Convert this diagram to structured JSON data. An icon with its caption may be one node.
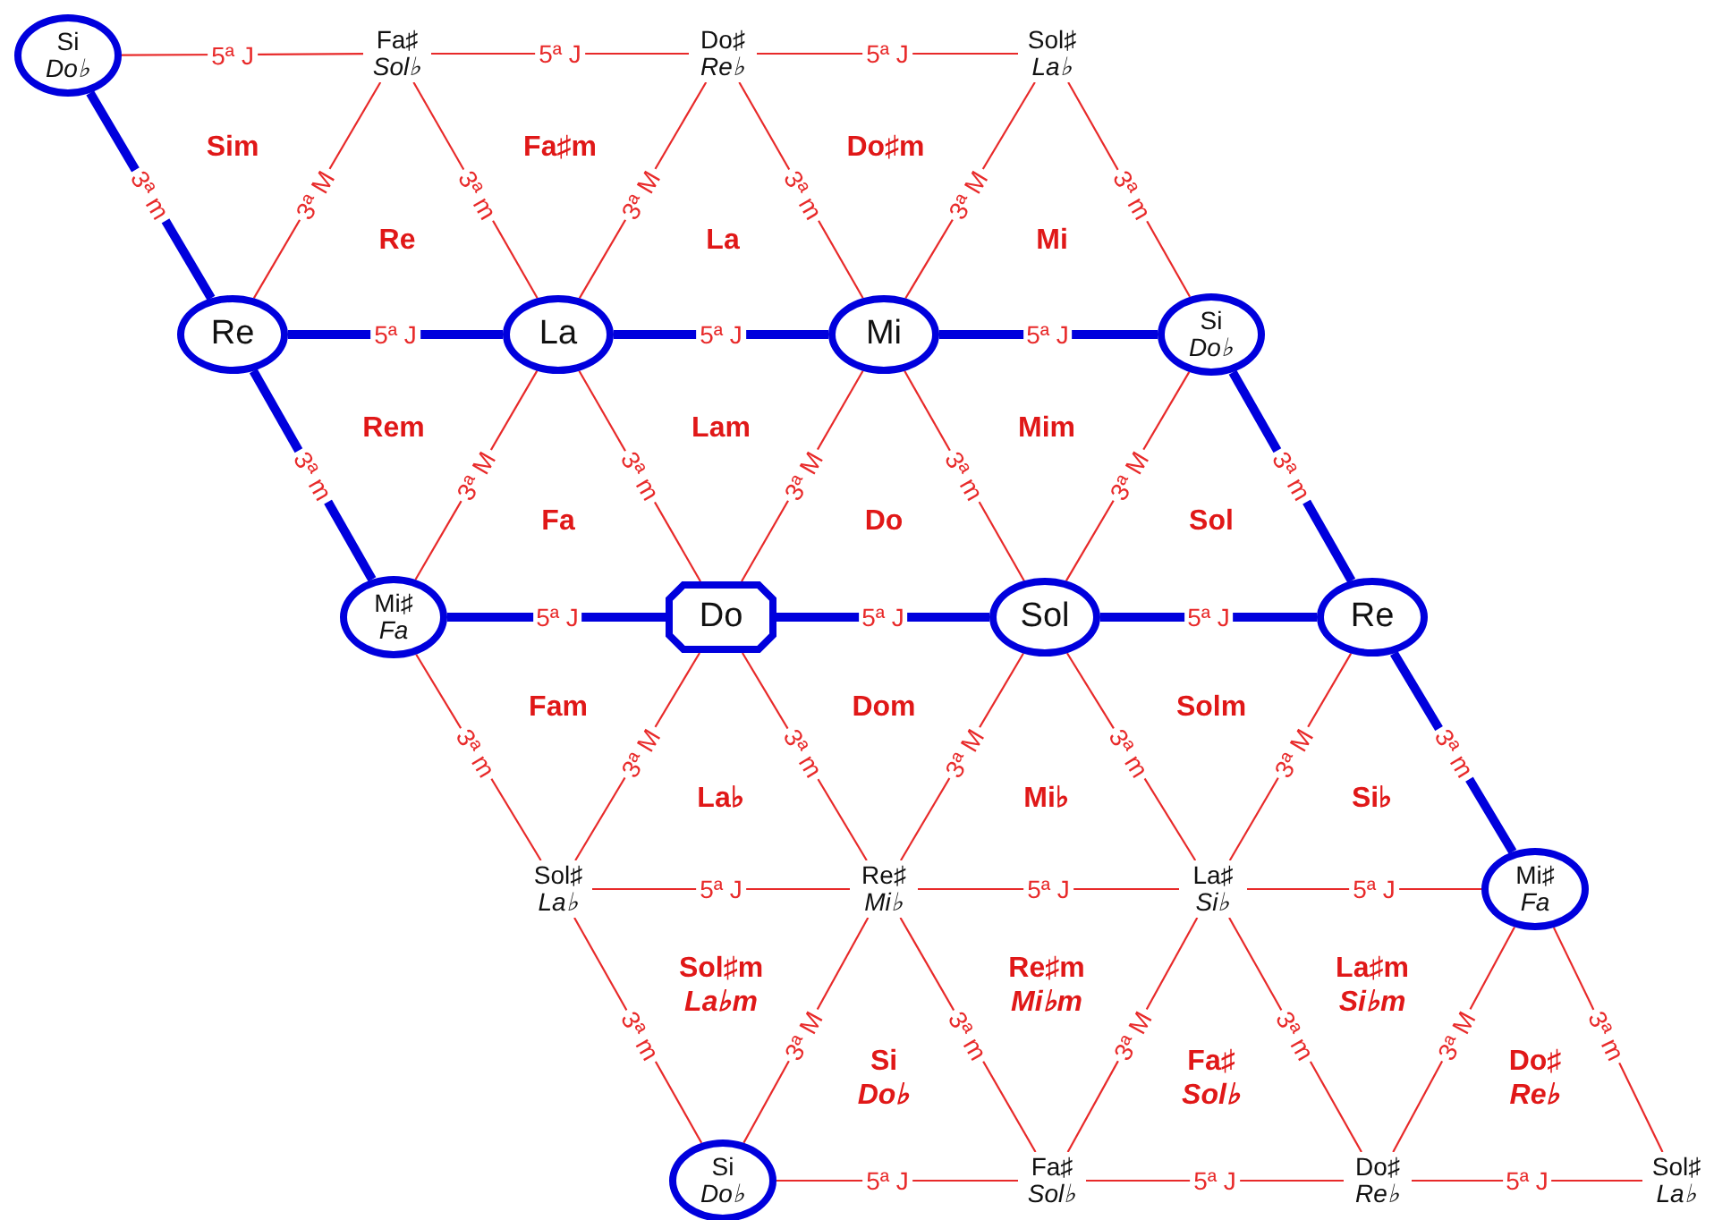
{
  "diagram": {
    "nodes": [
      {
        "text": [
          "Si",
          "Do♭"
        ]
      },
      {
        "text": [
          "Fa♯",
          "Sol♭"
        ]
      },
      {
        "text": [
          "Do♯",
          "Re♭"
        ]
      },
      {
        "text": [
          "Sol♯",
          "La♭"
        ]
      },
      {
        "text": [
          "Re"
        ]
      },
      {
        "text": [
          "La"
        ]
      },
      {
        "text": [
          "Mi"
        ]
      },
      {
        "text": [
          "Si",
          "Do♭"
        ]
      },
      {
        "text": [
          "Mi♯",
          "Fa"
        ]
      },
      {
        "text": [
          "Do"
        ]
      },
      {
        "text": [
          "Sol"
        ]
      },
      {
        "text": [
          "Re"
        ]
      },
      {
        "text": [
          "Sol♯",
          "La♭"
        ]
      },
      {
        "text": [
          "Re♯",
          "Mi♭"
        ]
      },
      {
        "text": [
          "La♯",
          "Si♭"
        ]
      },
      {
        "text": [
          "Mi♯",
          "Fa"
        ]
      },
      {
        "text": [
          "Si",
          "Do♭"
        ]
      },
      {
        "text": [
          "Fa♯",
          "Sol♭"
        ]
      },
      {
        "text": [
          "Do♯",
          "Re♭"
        ]
      },
      {
        "text": [
          "Sol♯",
          "La♭"
        ]
      }
    ],
    "edges": [
      {
        "from": 0,
        "to": 1,
        "arrow": "none",
        "label": "5ª J"
      },
      {
        "from": 1,
        "to": 2,
        "arrow": "none",
        "label": "5ª J"
      },
      {
        "from": 2,
        "to": 3,
        "arrow": "none",
        "label": "5ª J"
      },
      {
        "from": 0,
        "to": 4,
        "arrow": "none",
        "label": "3ª m",
        "style": "thick",
        "color": "#0000dd"
      },
      {
        "from": 1,
        "to": 4,
        "arrow": "none",
        "label": "3ª M"
      },
      {
        "from": 1,
        "to": 5,
        "arrow": "none",
        "label": "3ª m"
      },
      {
        "from": 2,
        "to": 5,
        "arrow": "none",
        "label": "3ª M"
      },
      {
        "from": 2,
        "to": 6,
        "arrow": "none",
        "label": "3ª m"
      },
      {
        "from": 3,
        "to": 6,
        "arrow": "none",
        "label": "3ª M"
      },
      {
        "from": 3,
        "to": 7,
        "arrow": "none",
        "label": "3ª m"
      },
      {
        "from": 4,
        "to": 5,
        "arrow": "none",
        "label": "5ª J",
        "style": "thick",
        "color": "#0000dd"
      },
      {
        "from": 5,
        "to": 6,
        "arrow": "none",
        "label": "5ª J",
        "style": "thick",
        "color": "#0000dd"
      },
      {
        "from": 6,
        "to": 7,
        "arrow": "none",
        "label": "5ª J",
        "style": "thick",
        "color": "#0000dd"
      },
      {
        "from": 4,
        "to": 8,
        "arrow": "none",
        "label": "3ª m",
        "style": "thick",
        "color": "#0000dd"
      },
      {
        "from": 5,
        "to": 8,
        "arrow": "none",
        "label": "3ª M"
      },
      {
        "from": 5,
        "to": 9,
        "arrow": "none",
        "label": "3ª m"
      },
      {
        "from": 6,
        "to": 9,
        "arrow": "none",
        "label": "3ª M"
      },
      {
        "from": 6,
        "to": 10,
        "arrow": "none",
        "label": "3ª m"
      },
      {
        "from": 7,
        "to": 10,
        "arrow": "none",
        "label": "3ª M"
      },
      {
        "from": 7,
        "to": 11,
        "arrow": "none",
        "label": "3ª m",
        "style": "thick",
        "color": "#0000dd"
      },
      {
        "from": 8,
        "to": 9,
        "arrow": "none",
        "label": "5ª J",
        "style": "thick",
        "color": "#0000dd"
      },
      {
        "from": 9,
        "to": 10,
        "arrow": "none",
        "label": "5ª J",
        "style": "thick",
        "color": "#0000dd"
      },
      {
        "from": 10,
        "to": 11,
        "arrow": "none",
        "label": "5ª J",
        "style": "thick",
        "color": "#0000dd"
      },
      {
        "from": 8,
        "to": 12,
        "arrow": "none",
        "label": "3ª m"
      },
      {
        "from": 9,
        "to": 12,
        "arrow": "none",
        "label": "3ª M"
      },
      {
        "from": 9,
        "to": 13,
        "arrow": "none",
        "label": "3ª m"
      },
      {
        "from": 10,
        "to": 13,
        "arrow": "none",
        "label": "3ª M"
      },
      {
        "from": 10,
        "to": 14,
        "arrow": "none",
        "label": "3ª m"
      },
      {
        "from": 11,
        "to": 14,
        "arrow": "none",
        "label": "3ª M"
      },
      {
        "from": 11,
        "to": 15,
        "arrow": "none",
        "label": "3ª m",
        "style": "thick",
        "color": "#0000dd"
      },
      {
        "from": 12,
        "to": 13,
        "arrow": "none",
        "label": "5ª J"
      },
      {
        "from": 13,
        "to": 14,
        "arrow": "none",
        "label": "5ª J"
      },
      {
        "from": 14,
        "to": 15,
        "arrow": "none",
        "label": "5ª J"
      },
      {
        "from": 12,
        "to": 16,
        "arrow": "none",
        "label": "3ª m"
      },
      {
        "from": 13,
        "to": 16,
        "arrow": "none",
        "label": "3ª M"
      },
      {
        "from": 13,
        "to": 17,
        "arrow": "none",
        "label": "3ª m"
      },
      {
        "from": 14,
        "to": 17,
        "arrow": "none",
        "label": "3ª M"
      },
      {
        "from": 14,
        "to": 18,
        "arrow": "none",
        "label": "3ª m"
      },
      {
        "from": 15,
        "to": 18,
        "arrow": "none",
        "label": "3ª M"
      },
      {
        "from": 15,
        "to": 19,
        "arrow": "none",
        "label": "3ª m"
      },
      {
        "from": 16,
        "to": 17,
        "arrow": "none",
        "label": "5ª J"
      },
      {
        "from": 17,
        "to": 18,
        "arrow": "none",
        "label": "5ª J"
      },
      {
        "from": 18,
        "to": 19,
        "arrow": "none",
        "label": "5ª J"
      }
    ],
    "labels": [
      "Sim",
      "Fa♯m",
      "Do♯m",
      "Re",
      "La",
      "Mi",
      "Rem",
      "Lam",
      "Mim",
      "Fa",
      "Do",
      "Sol",
      "Fam",
      "Dom",
      "Solm",
      "La♭",
      "Mi♭",
      "Si♭",
      "Sol♯m",
      "Re♯m",
      "La♯m",
      "La♭m",
      "Mi♭m",
      "Si♭m",
      "Si",
      "Fa♯",
      "Do♯",
      "Do♭",
      "Sol♭",
      "Re♭"
    ]
  }
}
